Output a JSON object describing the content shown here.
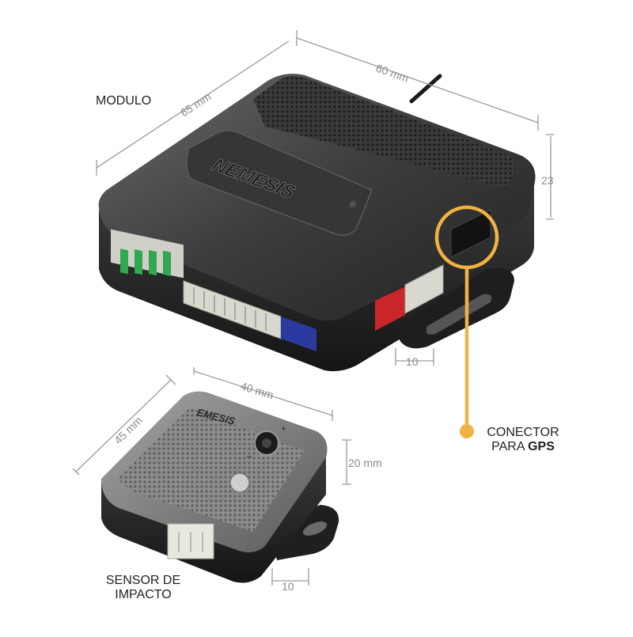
{
  "labels": {
    "modulo": "MODULO",
    "sensor_line1": "SENSOR DE",
    "sensor_line2": "IMPACTO",
    "conector_line1": "CONECTOR",
    "conector_line2_prefix": "PARA ",
    "conector_line2_bold": "GPS"
  },
  "dimensions": {
    "module_depth": "65 mm",
    "module_width": "60 mm",
    "module_height": "23",
    "module_tab": "10",
    "sensor_depth": "45 mm",
    "sensor_width": "40 mm",
    "sensor_height": "20 mm",
    "sensor_tab": "10"
  },
  "brand": {
    "logo_module": "NEMESIS",
    "logo_sensor": "EMESIS"
  },
  "colors": {
    "accent": "#F0B242",
    "device_body": "#2b2b2b",
    "dimension_lines": "#9a9a9a",
    "connector_green": "#2fa84f",
    "connector_blue": "#2a3a9e",
    "connector_red": "#c8262b"
  }
}
